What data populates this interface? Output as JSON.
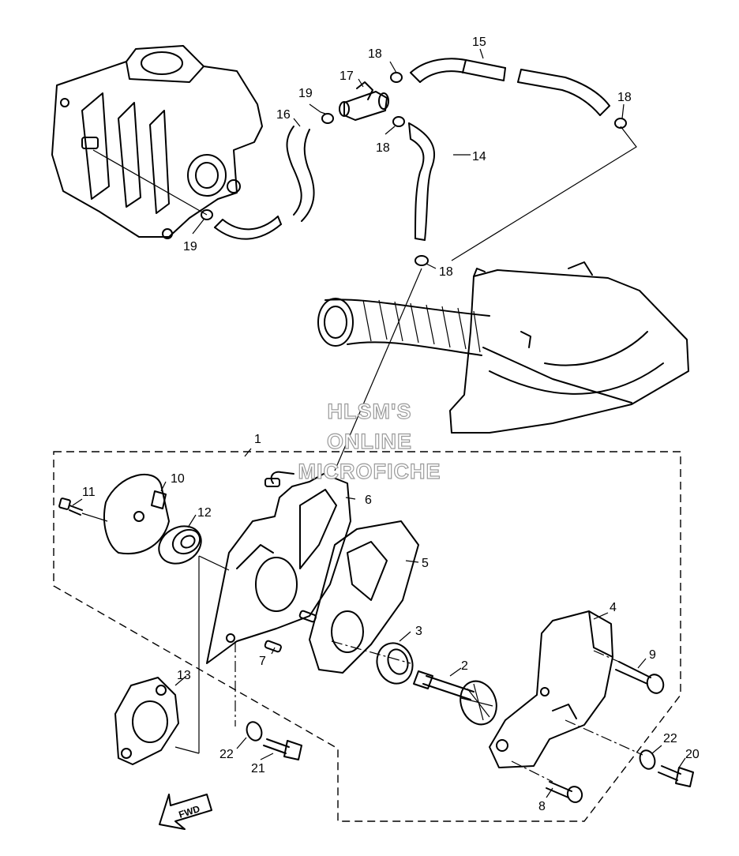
{
  "callouts": [
    {
      "id": "1",
      "label": "1"
    },
    {
      "id": "2",
      "label": "2"
    },
    {
      "id": "3",
      "label": "3"
    },
    {
      "id": "4",
      "label": "4"
    },
    {
      "id": "5",
      "label": "5"
    },
    {
      "id": "6",
      "label": "6"
    },
    {
      "id": "7",
      "label": "7"
    },
    {
      "id": "8",
      "label": "8"
    },
    {
      "id": "9",
      "label": "9"
    },
    {
      "id": "10",
      "label": "10"
    },
    {
      "id": "11",
      "label": "11"
    },
    {
      "id": "12",
      "label": "12"
    },
    {
      "id": "13",
      "label": "13"
    },
    {
      "id": "14",
      "label": "14"
    },
    {
      "id": "15",
      "label": "15"
    },
    {
      "id": "16",
      "label": "16"
    },
    {
      "id": "17",
      "label": "17"
    },
    {
      "id": "18a",
      "label": "18"
    },
    {
      "id": "18b",
      "label": "18"
    },
    {
      "id": "18c",
      "label": "18"
    },
    {
      "id": "18d",
      "label": "18"
    },
    {
      "id": "19a",
      "label": "19"
    },
    {
      "id": "19b",
      "label": "19"
    },
    {
      "id": "20",
      "label": "20"
    },
    {
      "id": "21",
      "label": "21"
    },
    {
      "id": "22a",
      "label": "22"
    },
    {
      "id": "22b",
      "label": "22"
    }
  ],
  "watermark": {
    "line1": "HLSM'S",
    "line2": "ONLINE",
    "line3": "MICROFICHE"
  },
  "fwd_arrow": {
    "label": "FWD"
  },
  "colors": {
    "ink": "#000000",
    "watermark_outline": "#9a9a9a",
    "background": "#ffffff"
  }
}
